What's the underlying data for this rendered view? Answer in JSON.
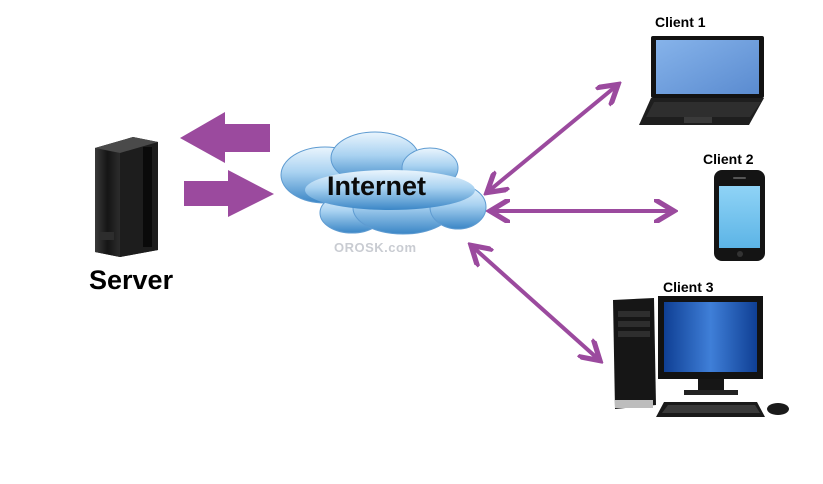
{
  "labels": {
    "server": "Server",
    "internet": "Internet",
    "client1": "Client 1",
    "client2": "Client 2",
    "client3": "Client 3",
    "watermark": "OROSK.com"
  },
  "colors": {
    "arrow": "#9b4a9e",
    "cloud_light": "#d8ecfa",
    "cloud_dark": "#3b86c6",
    "screen_blue": "#6f9fdd",
    "phone_screen": "#73c3ef",
    "monitor_blue": "#1956b8",
    "device_dark": "#1b1b1b"
  },
  "icons": [
    "server-tower-icon",
    "internet-cloud-icon",
    "laptop-icon",
    "smartphone-icon",
    "desktop-computer-icon"
  ]
}
